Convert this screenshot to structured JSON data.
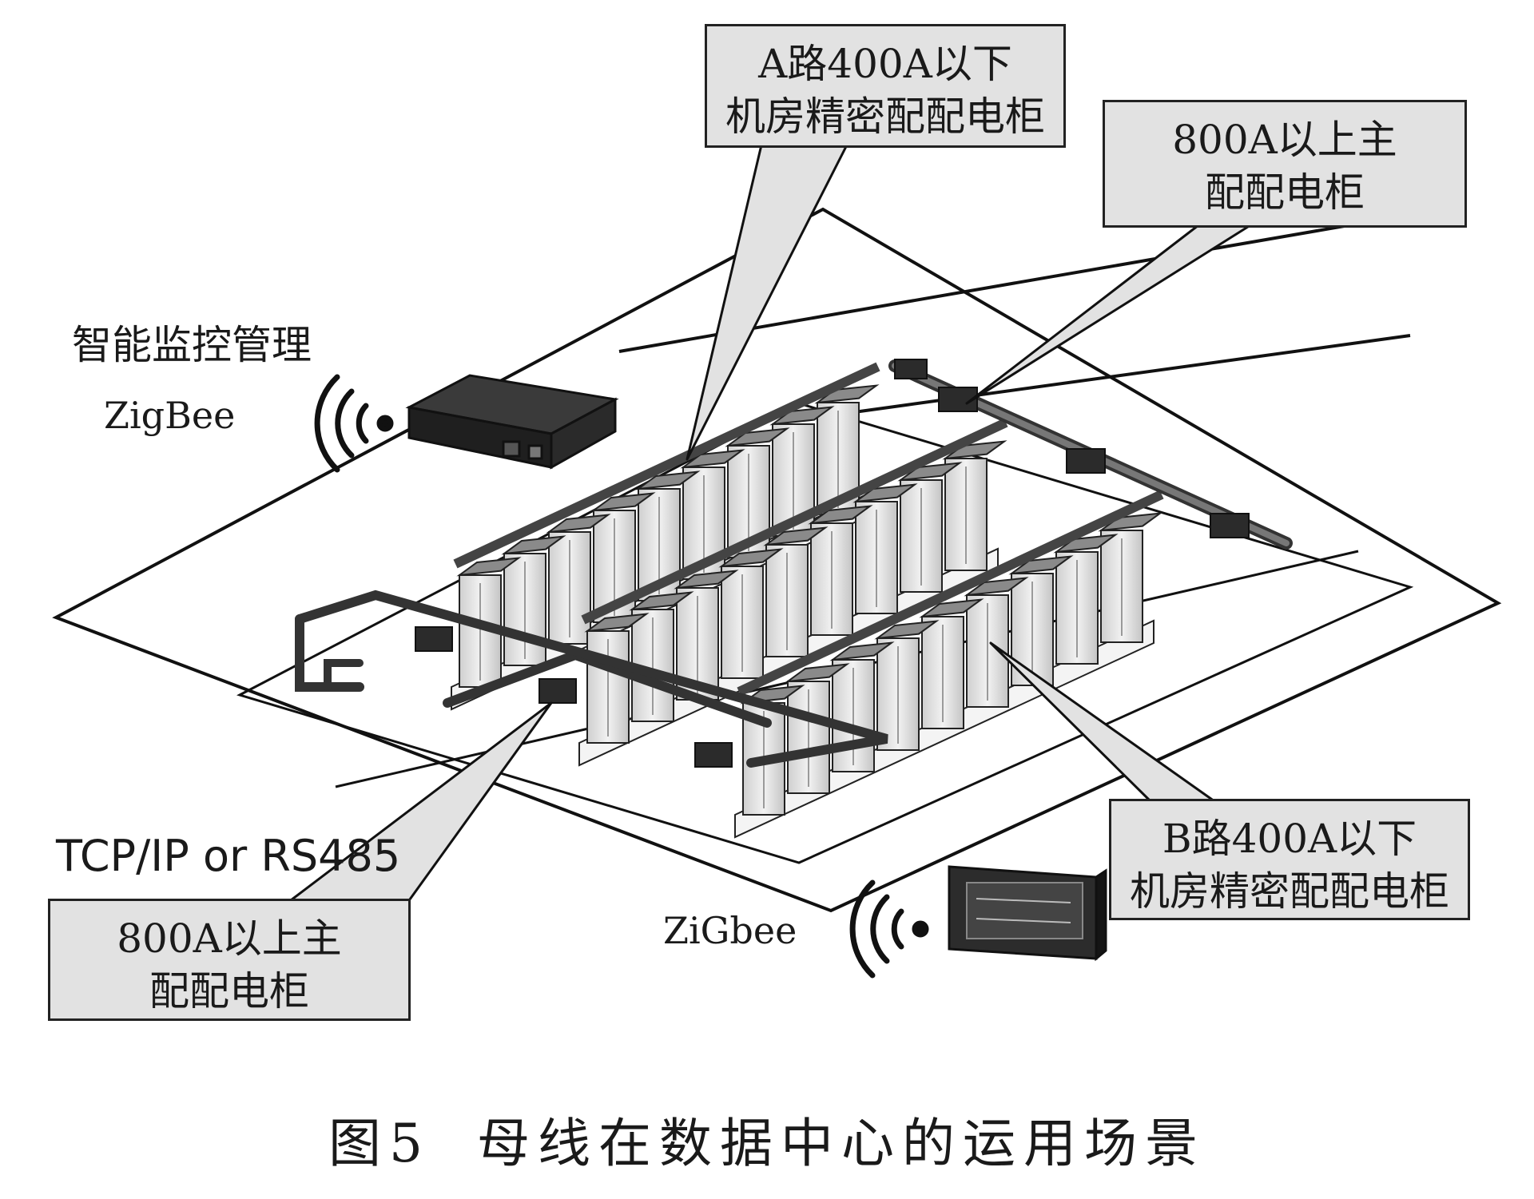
{
  "callouts": {
    "a_path": {
      "line1": "A路400A以下",
      "line2": "机房精密配配电柜"
    },
    "main_top": {
      "line1": "800A以上主",
      "line2": "配配电柜"
    },
    "main_left": {
      "line1": "800A以上主",
      "line2": "配配电柜"
    },
    "b_path": {
      "line1": "B路400A以下",
      "line2": "机房精密配配电柜"
    }
  },
  "labels": {
    "monitoring": "智能监控管理",
    "zigbee_top": "ZigBee",
    "zigbee_bottom": "ZiGbee",
    "protocol": "TCP/IP or RS485"
  },
  "caption": {
    "figure": "图5",
    "title": "母线在数据中心的运用场景"
  },
  "icons": [
    "gateway-device-icon",
    "wireless-signal-icon",
    "monitor-panel-icon",
    "server-rack-icon",
    "busway-tap-box-icon"
  ],
  "colors": {
    "callout_fill": "#e2e2e2",
    "line": "#111111",
    "rack": "#d8d8d8",
    "busway": "#555555"
  }
}
